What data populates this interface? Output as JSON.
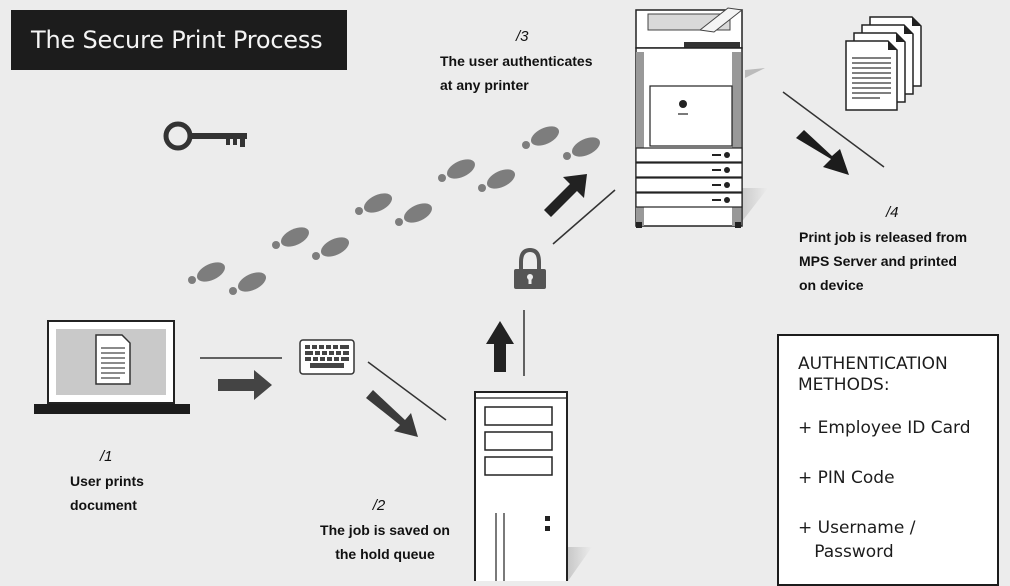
{
  "title": "The Secure Print Process",
  "steps": [
    {
      "num": "/1",
      "text": "User prints\ndocument"
    },
    {
      "num": "/2",
      "text": "The job is saved on\nthe hold queue"
    },
    {
      "num": "/3",
      "text": "The user authenticates\nat any printer"
    },
    {
      "num": "/4",
      "text": "Print job is released from\nMPS Server and printed\non device"
    }
  ],
  "auth": {
    "title": "AUTHENTICATION\nMETHODS:",
    "items": [
      "+ Employee ID Card",
      "+ PIN Code",
      "+ Username /\n   Password"
    ]
  },
  "icons": [
    "key-icon",
    "laptop-icon",
    "document-icon",
    "keyboard-icon",
    "server-icon",
    "lock-icon",
    "printer-icon",
    "paper-stack-icon",
    "footprints-icon",
    "arrow-icon"
  ],
  "colors": {
    "dark": "#1c1c1c",
    "icon_gray": "#555555",
    "footprint": "#7d7d7d",
    "background": "#ececec"
  }
}
